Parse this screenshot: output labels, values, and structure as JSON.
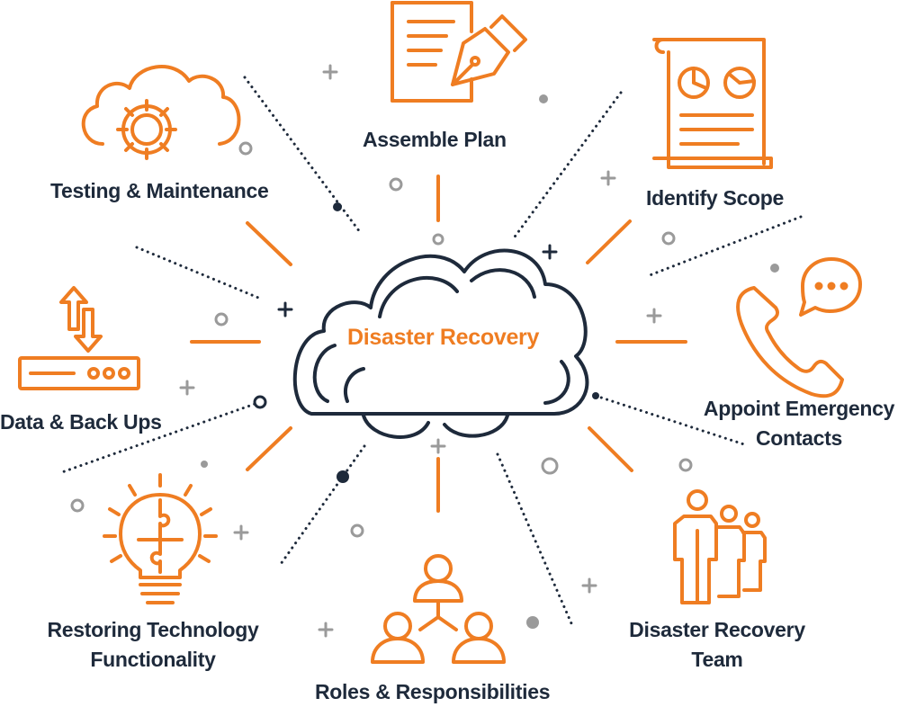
{
  "center": {
    "label": "Disaster Recovery"
  },
  "nodes": {
    "assemble_plan": {
      "label": "Assemble Plan",
      "icon": "document-pen-icon"
    },
    "identify_scope": {
      "label": "Identify Scope",
      "icon": "report-charts-icon"
    },
    "appoint_contacts": {
      "line1": "Appoint Emergency",
      "line2": "Contacts",
      "icon": "phone-chat-icon"
    },
    "dr_team": {
      "line1": "Disaster Recovery",
      "line2": "Team",
      "icon": "team-people-icon"
    },
    "roles": {
      "label": "Roles & Responsibilities",
      "icon": "org-people-icon"
    },
    "restoring": {
      "line1": "Restoring Technology",
      "line2": "Functionality",
      "icon": "lightbulb-puzzle-icon"
    },
    "data_backups": {
      "label": "Data & Back Ups",
      "icon": "server-transfer-icon"
    },
    "testing": {
      "label": "Testing & Maintenance",
      "icon": "cloud-gear-icon"
    }
  },
  "colors": {
    "accent": "#ef7d22",
    "navy": "#1e2a3b",
    "gray": "#9a9a9a"
  }
}
